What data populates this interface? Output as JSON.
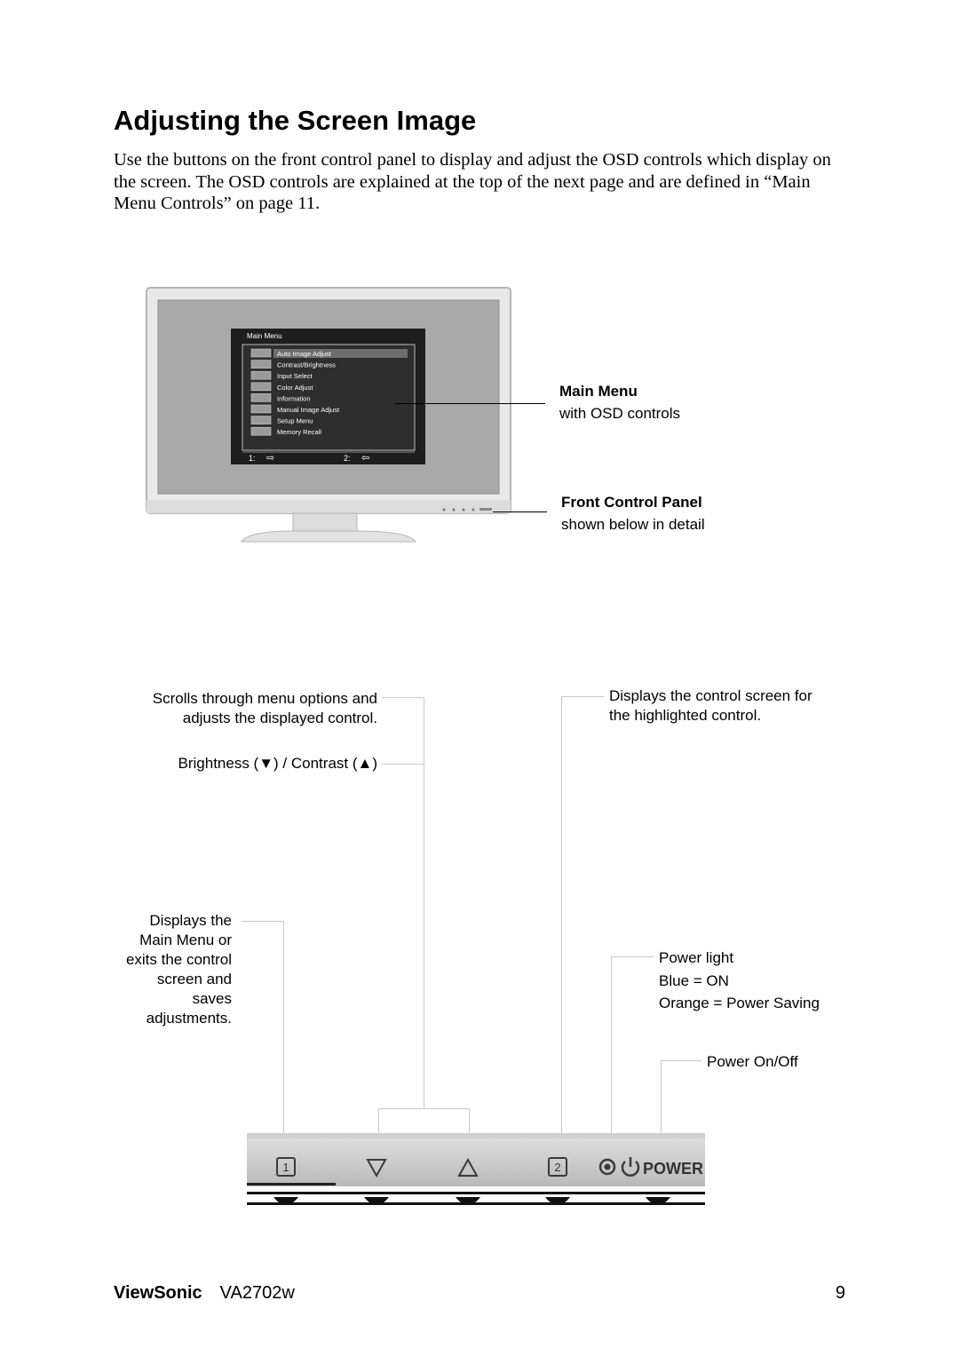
{
  "page": {
    "title": "Adjusting the Screen Image",
    "intro": "Use the buttons on the front control panel to display and adjust the OSD controls which display on the screen. The OSD controls are explained at the top of the next page and are defined in “Main Menu Controls” on page 11."
  },
  "monitor": {
    "osd": {
      "header": "Main Menu",
      "items": [
        "Auto Image Adjust",
        "Contrast/Brightness",
        "Input Select",
        "Color Adjust",
        "Information",
        "Manual Image Adjust",
        "Setup Menu",
        "Memory Recall"
      ],
      "footer_left": "1:",
      "footer_right": "2:"
    },
    "callouts": {
      "main_menu_title": "Main Menu",
      "main_menu_sub": "with OSD controls",
      "front_panel_title": "Front Control Panel",
      "front_panel_sub": "shown below in detail"
    }
  },
  "panel": {
    "labels": {
      "scrolls_line1": "Scrolls through menu options and",
      "scrolls_line2": "adjusts the displayed control.",
      "brightness_contrast": "Brightness (▼) / Contrast  (▲)",
      "displays_control_line1": "Displays the control screen for",
      "displays_control_line2": "the highlighted control.",
      "main_menu_lines": [
        "Displays the",
        "Main Menu or",
        "exits the control",
        "screen and",
        "saves",
        "adjustments."
      ],
      "power_light": "Power light",
      "blue_on": "Blue = ON",
      "orange_saving": "Orange = Power Saving",
      "power_onoff": "Power On/Off"
    },
    "buttons": {
      "button1": "1",
      "button2": "2",
      "power": "POWER"
    }
  },
  "footer": {
    "brand": "ViewSonic",
    "model": "VA2702w",
    "page_number": "9"
  }
}
